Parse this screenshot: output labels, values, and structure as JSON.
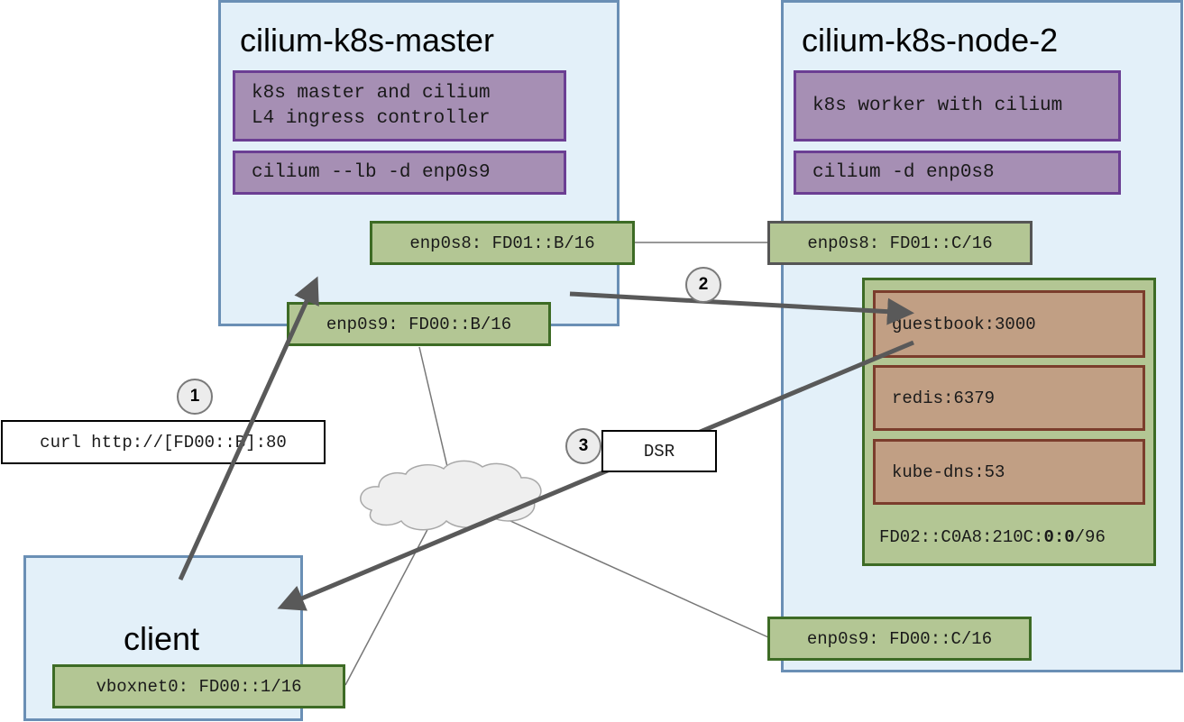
{
  "hosts": {
    "master": {
      "title": "cilium-k8s-master",
      "role": "k8s master and cilium\nL4 ingress controller",
      "command": "cilium --lb -d enp0s9",
      "if_enp0s8": "enp0s8: FD01::B/16",
      "if_enp0s9": "enp0s9: FD00::B/16"
    },
    "node2": {
      "title": "cilium-k8s-node-2",
      "role": "k8s worker with cilium",
      "command": "cilium -d enp0s8",
      "if_enp0s8": "enp0s8: FD01::C/16",
      "if_enp0s9": "enp0s9: FD00::C/16",
      "pods": [
        "guestbook:3000",
        "redis:6379",
        "kube-dns:53"
      ],
      "pod_cidr": {
        "prefix": "FD02::C0A8:210C:",
        "bold": "0:0",
        "suffix": "/96"
      }
    },
    "client": {
      "title": "client",
      "if_vboxnet0": "vboxnet0: FD00::1/16"
    }
  },
  "annotations": {
    "curl": "curl http://[FD00::B]:80",
    "dsr": "DSR"
  },
  "steps": [
    "1",
    "2",
    "3"
  ],
  "colors": {
    "host_fill": "#e3f0f9",
    "host_border": "#6a8fb5",
    "role_fill": "#a68fb4",
    "iface_fill": "#b3c694",
    "pod_fill": "#c19f84",
    "arrow": "#595959"
  },
  "icons": {
    "network": "cloud-icon"
  }
}
